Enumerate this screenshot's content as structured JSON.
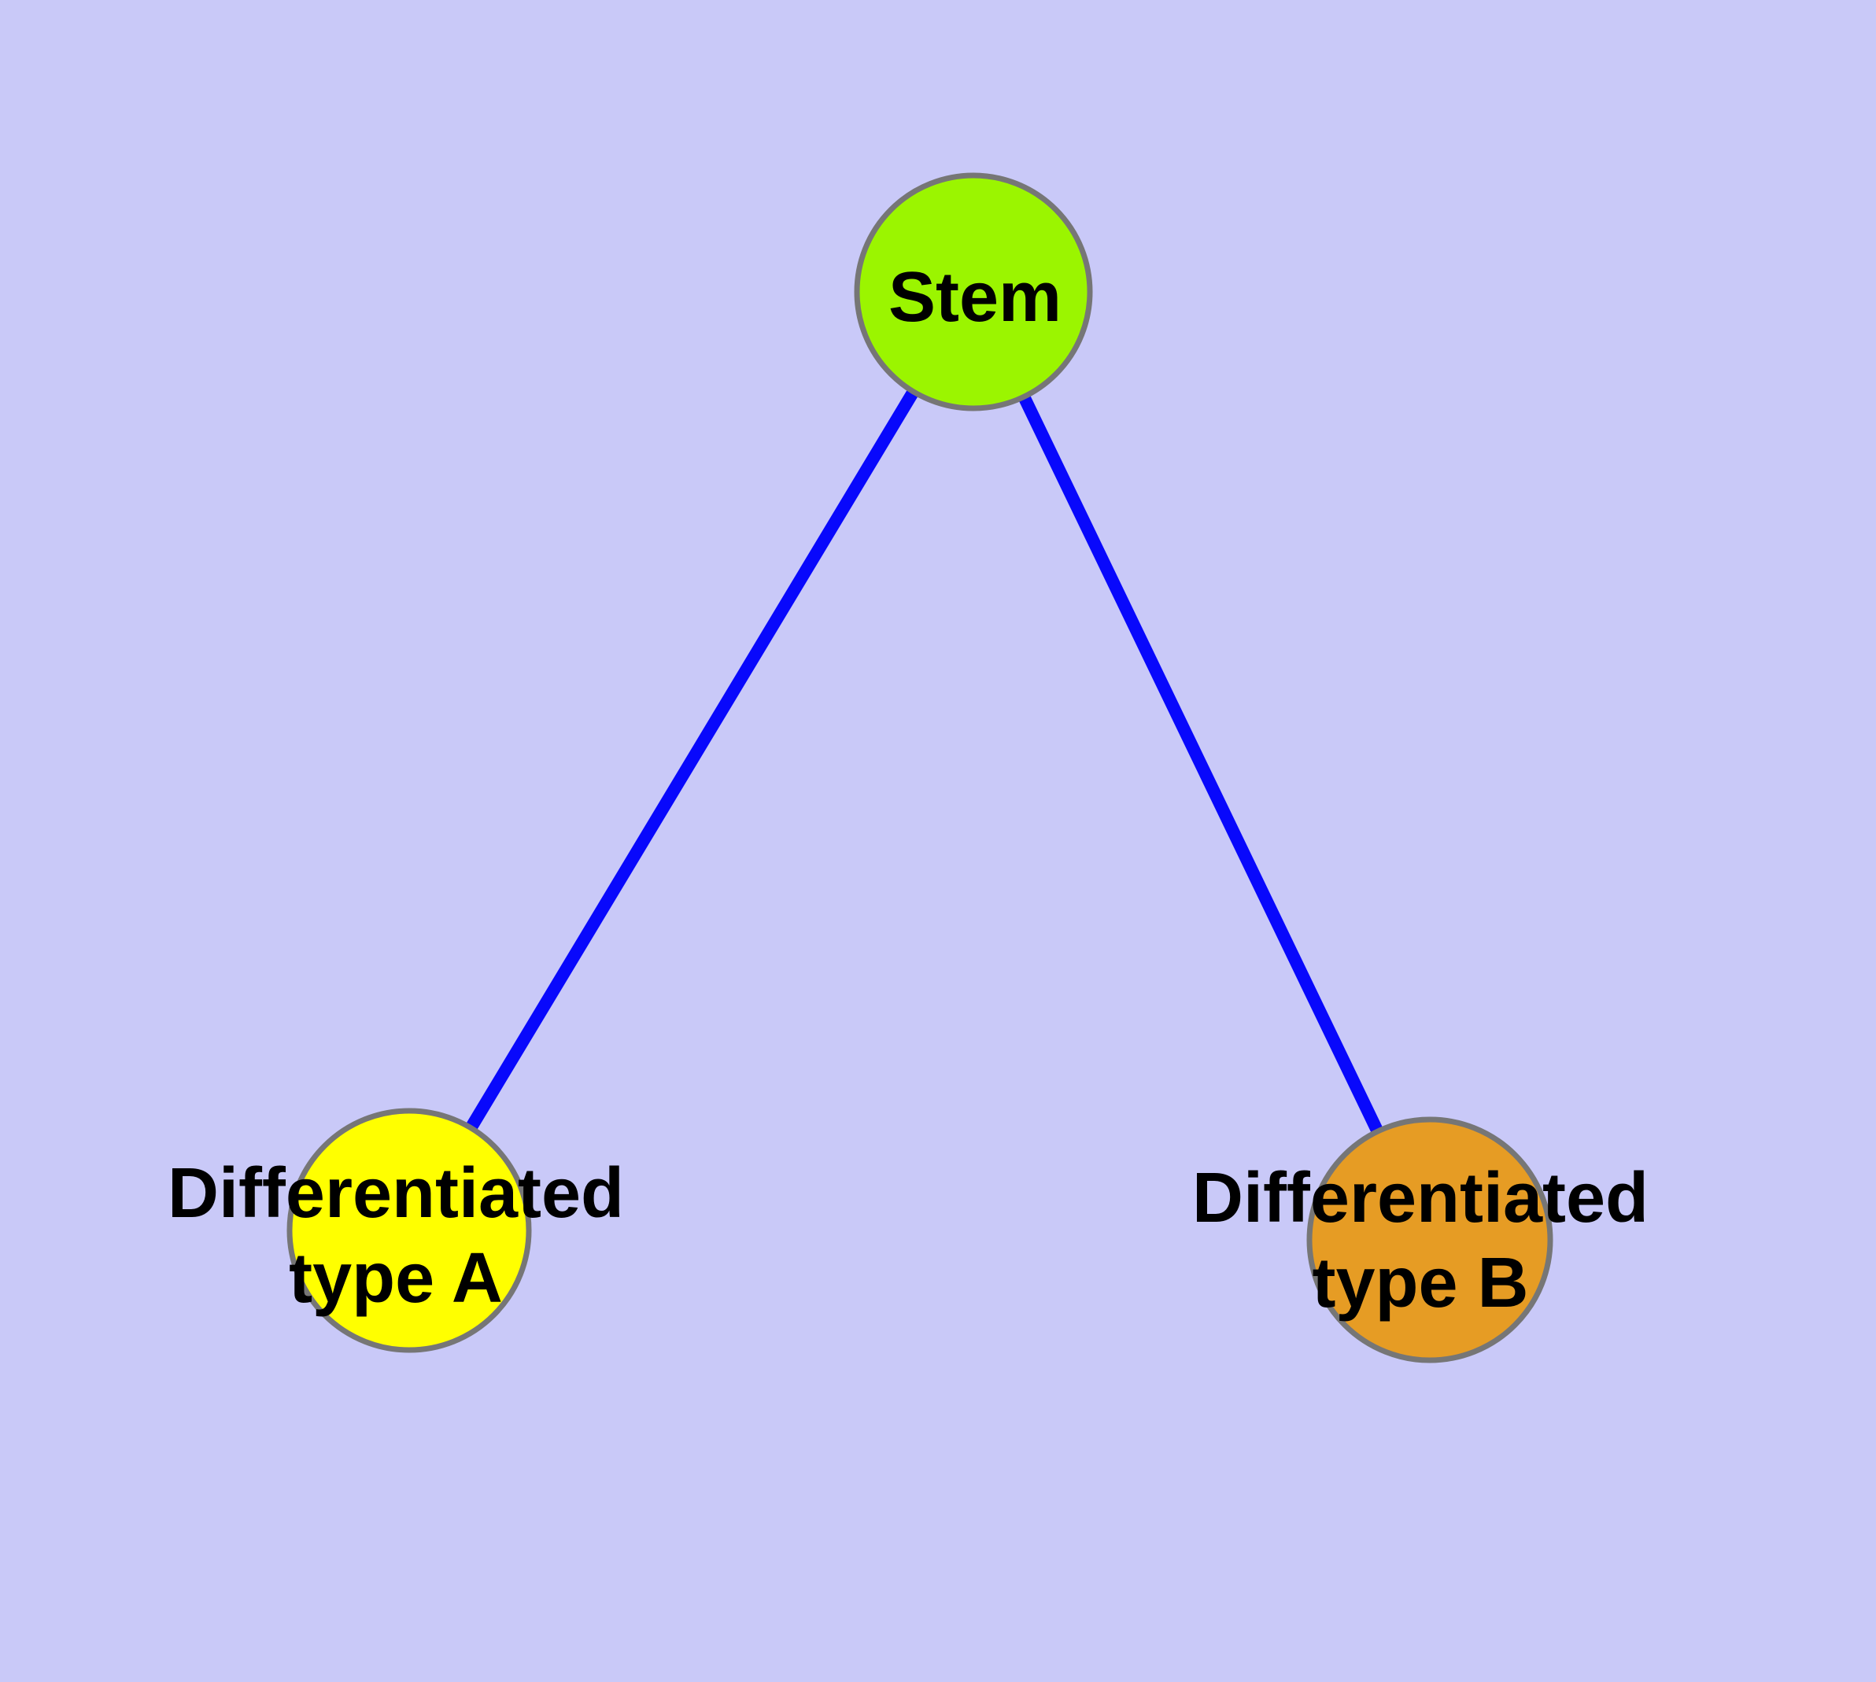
{
  "colors": {
    "background": "#C9C9F8",
    "edge": "#0808FC",
    "node_border": "#767676",
    "label_text": "#000000"
  },
  "graph": {
    "type": "node-link-diagram",
    "nodes": [
      {
        "id": "stem",
        "label_lines": [
          "Stem"
        ],
        "color": "#9BF500"
      },
      {
        "id": "type-a",
        "label_lines": [
          "Differentiated",
          "type A"
        ],
        "color": "#FFFF00"
      },
      {
        "id": "type-b",
        "label_lines": [
          "Differentiated",
          "type B"
        ],
        "color": "#E69C24"
      }
    ],
    "edges": [
      {
        "from": "stem",
        "to": "type-a"
      },
      {
        "from": "stem",
        "to": "type-b"
      }
    ]
  }
}
